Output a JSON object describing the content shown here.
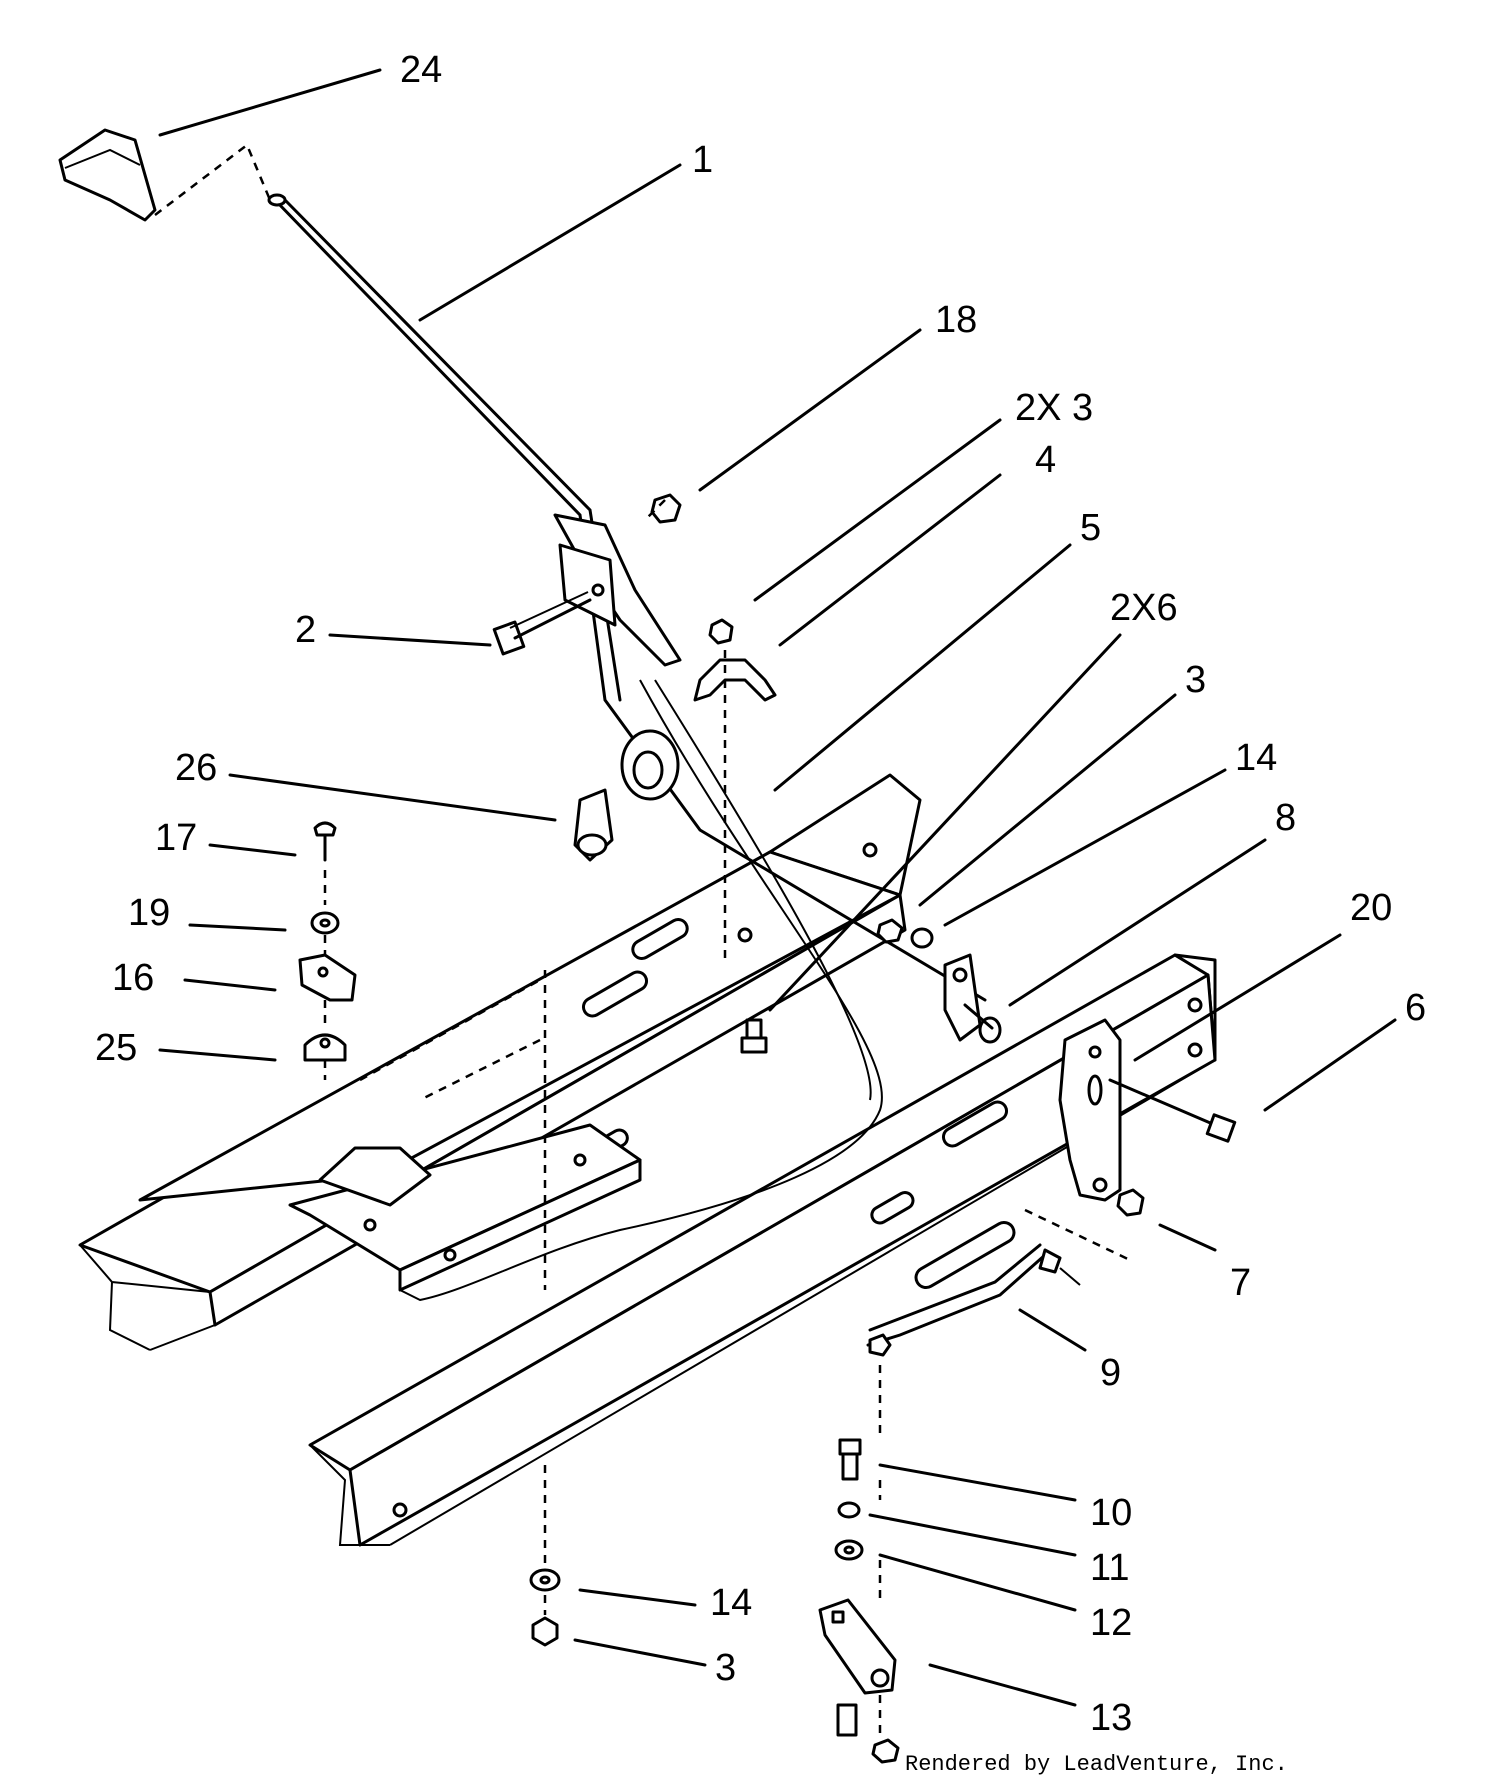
{
  "labels": [
    "24",
    "1",
    "18",
    "2X 3",
    "4",
    "5",
    "2",
    "2X6",
    "26",
    "3",
    "14",
    "17",
    "8",
    "19",
    "20",
    "16",
    "6",
    "25",
    "7",
    "9",
    "10",
    "11",
    "12",
    "14",
    "3",
    "13"
  ],
  "footer": "Rendered by LeadVenture, Inc."
}
